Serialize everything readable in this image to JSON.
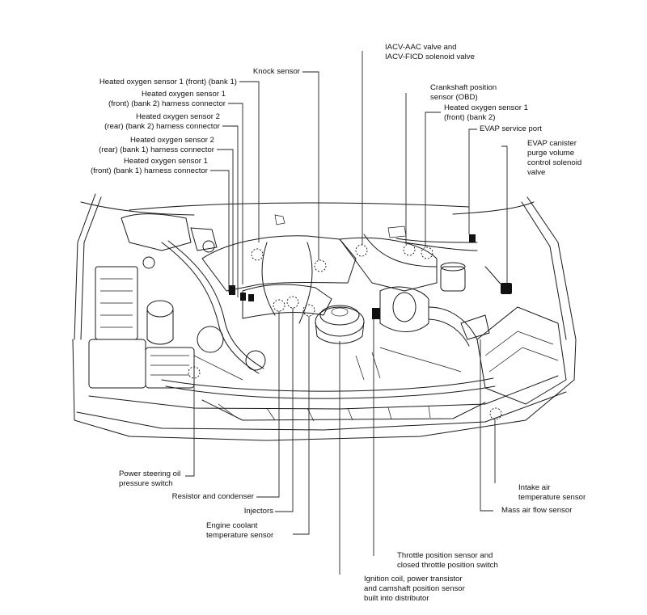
{
  "labels": {
    "ho2s1_front_b1": [
      "Heated oxygen sensor 1 (front) (bank 1)"
    ],
    "ho2s1_b2_harness": [
      "Heated oxygen sensor 1",
      "(front) (bank 2) harness connector"
    ],
    "ho2s2_b2_harness": [
      "Heated oxygen sensor 2",
      "(rear) (bank 2) harness connector"
    ],
    "ho2s2_b1_harness": [
      "Heated oxygen sensor 2",
      "(rear) (bank 1) harness connector"
    ],
    "ho2s1_b1_harness": [
      "Heated oxygen sensor 1",
      "(front) (bank 1) harness connector"
    ],
    "knock": [
      "Knock sensor"
    ],
    "iacv": [
      "IACV-AAC valve and",
      "IACV-FICD solenoid valve"
    ],
    "ckp": [
      "Crankshaft position",
      "sensor (OBD)"
    ],
    "ho2s1_front_b2": [
      "Heated oxygen sensor 1",
      "(front) (bank 2)"
    ],
    "evap_port": [
      "EVAP service port"
    ],
    "evap_canister": [
      "EVAP canister",
      "purge volume",
      "control solenoid",
      "valve"
    ],
    "ps_switch": [
      "Power steering oil",
      "pressure switch"
    ],
    "resistor": [
      "Resistor and condenser"
    ],
    "injectors": [
      "Injectors"
    ],
    "ect": [
      "Engine coolant",
      "temperature sensor"
    ],
    "iat": [
      "Intake air",
      "temperature sensor"
    ],
    "maf": [
      "Mass air flow sensor"
    ],
    "tps": [
      "Throttle position sensor and",
      "closed throttle position switch"
    ],
    "ignition": [
      "Ignition coil, power transistor",
      "and camshaft position sensor",
      "built into distributor"
    ]
  }
}
